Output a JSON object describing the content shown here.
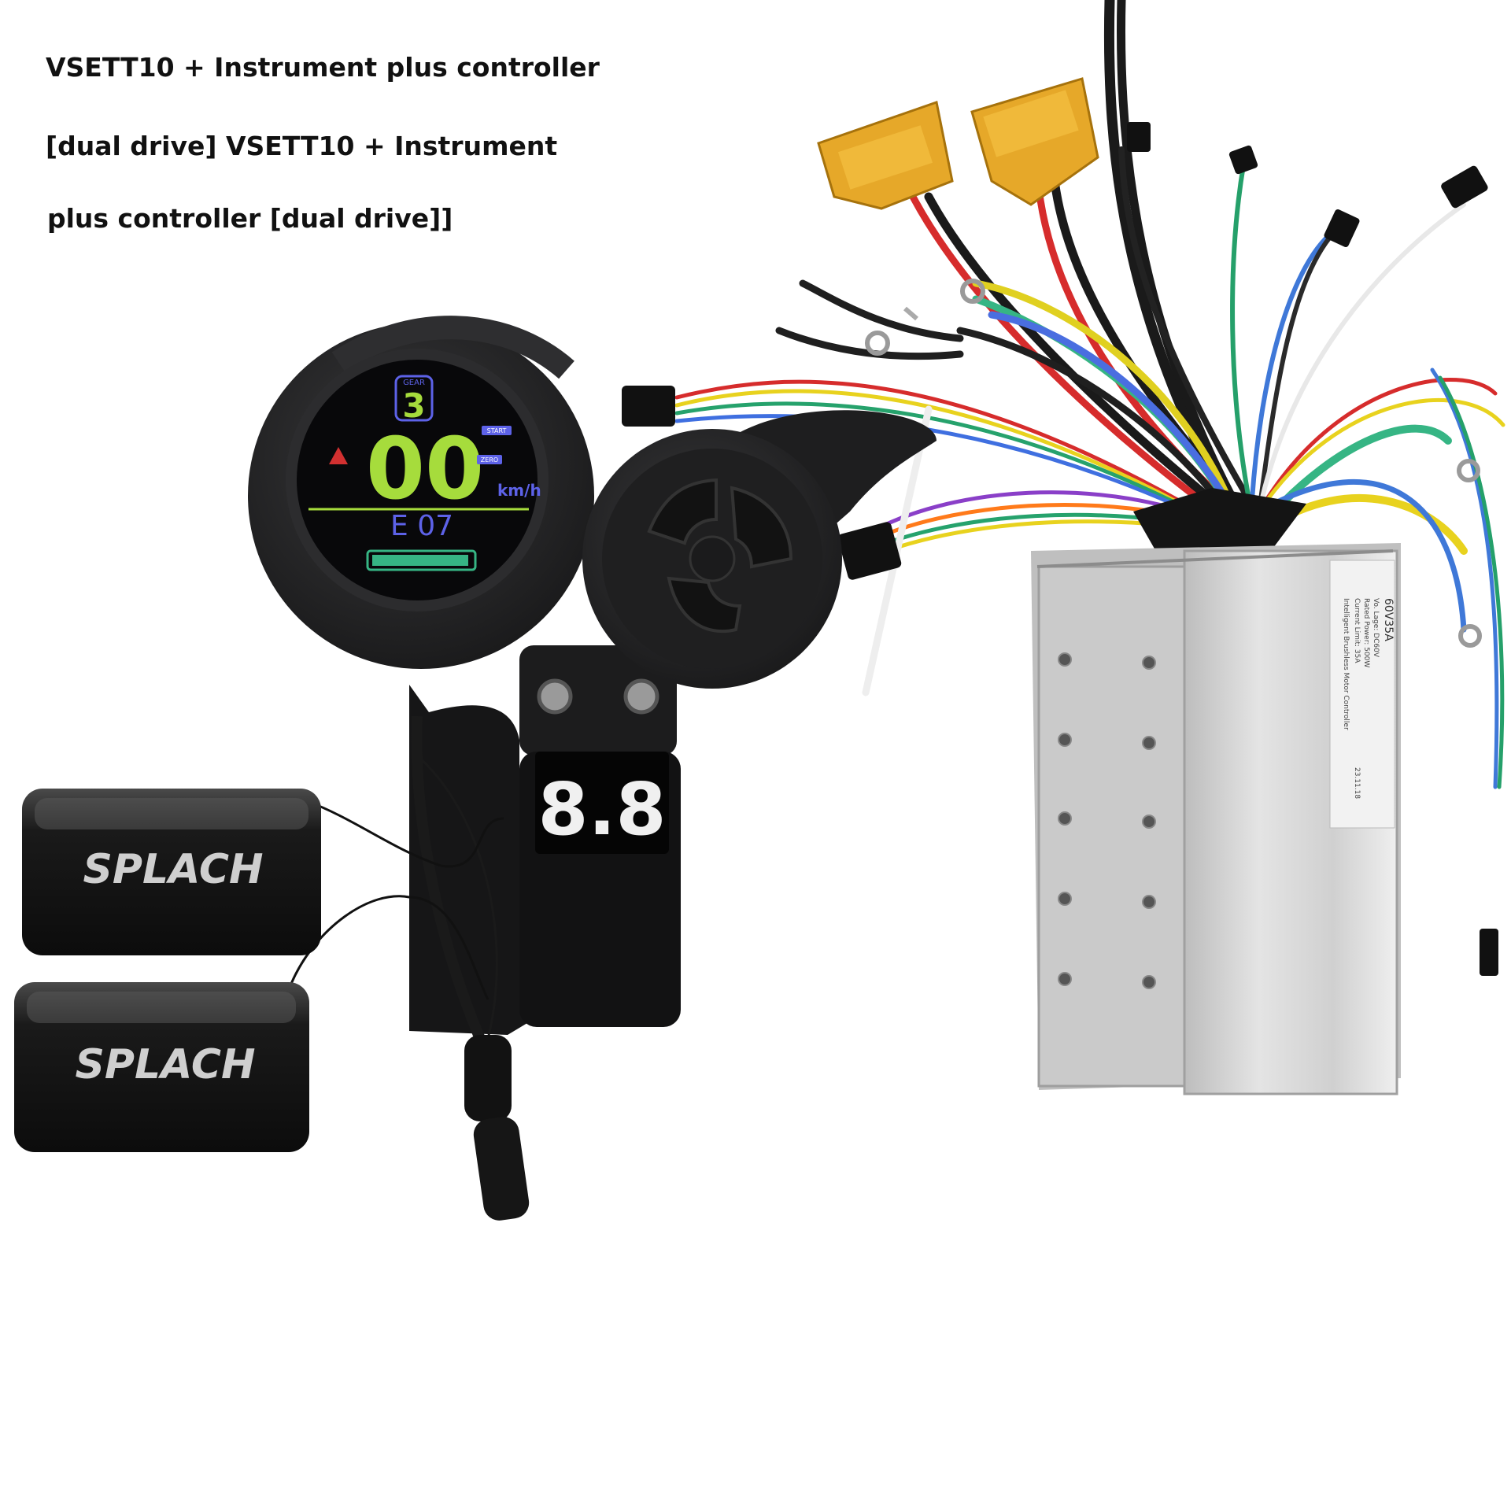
{
  "caption": {
    "line1": "VSETT10 + Instrument plus controller",
    "line2": "[dual drive] VSETT10 + Instrument",
    "line3": "plus controller [dual drive]]"
  },
  "display": {
    "gear_label": "GEAR",
    "gear_value": "3",
    "speed": "00",
    "unit": "km/h",
    "start": "START",
    "zero": "ZERO",
    "code": "E  07"
  },
  "thumb_display": "8.8",
  "tags": [
    "SPLACH",
    "SPLACH"
  ],
  "controller_label": {
    "model": "60V35A",
    "line1": "Vo. Lage: DC60V",
    "line2": "Rated Power: 500W",
    "line3": "Current Limit: 35A",
    "line4": "Intelligent Brushless Motor Controller",
    "date": "23.11.18"
  },
  "colors": {
    "display_green": "#a6dc3c",
    "display_blue": "#5d62e8",
    "connector_yellow": "#e6a829",
    "housing": "#2a2a2c",
    "aluminium": "#d8d8d8"
  }
}
